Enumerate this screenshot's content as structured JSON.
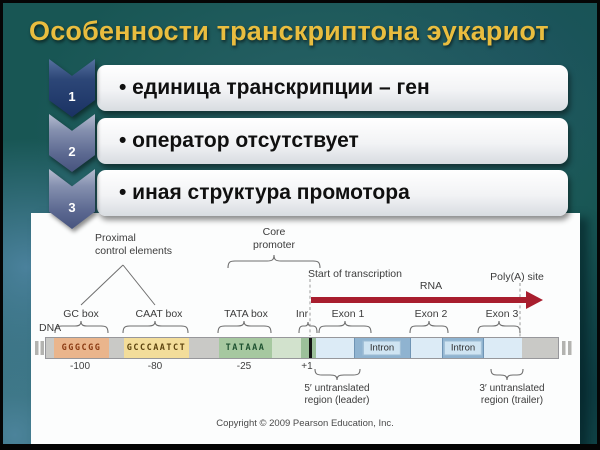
{
  "slide": {
    "title": "Особенности транскриптона эукариот"
  },
  "list": {
    "items": [
      {
        "number": "1",
        "text": "• единица транскрипции – ген"
      },
      {
        "number": "2",
        "text": "• оператор отсутствует"
      },
      {
        "number": "3",
        "text": "• иная структура промотора"
      }
    ]
  },
  "diagram": {
    "labels": {
      "proximal": "Proximal\ncontrol elements",
      "core": "Core\npromoter",
      "gc_box": "GC box",
      "caat_box": "CAAT box",
      "tata_box": "TATA box",
      "inr": "Inr",
      "dna": "DNA",
      "start_of_transcription": "Start of transcription",
      "rna": "RNA",
      "polya": "Poly(A) site",
      "exon1": "Exon 1",
      "exon2": "Exon 2",
      "exon3": "Exon 3",
      "intron": "Intron",
      "utr5": "5′ untranslated\nregion (leader)",
      "utr3": "3′ untranslated\nregion (trailer)"
    },
    "sequences": {
      "gc": "GGGCGG",
      "caat": "GCCCAATCT",
      "tata": "TATAAA"
    },
    "positions": {
      "gc": "-100",
      "caat": "-80",
      "tata": "-25",
      "start": "+1"
    },
    "copyright": "Copyright © 2009 Pearson Education, Inc."
  },
  "colors": {
    "title_gold": "#e9bd3f",
    "background_teal": "#185654",
    "arrow_red": "#a81e2e",
    "chevron_navy": "#1a3263",
    "chevron_slate": "#5b6890",
    "gc_segment": "#eab58c",
    "caat_segment": "#f3dd9a",
    "tata_segment": "#a6c8a0",
    "exon_blue": "#dcebf6",
    "intron_blue": "#8fb3d0"
  }
}
